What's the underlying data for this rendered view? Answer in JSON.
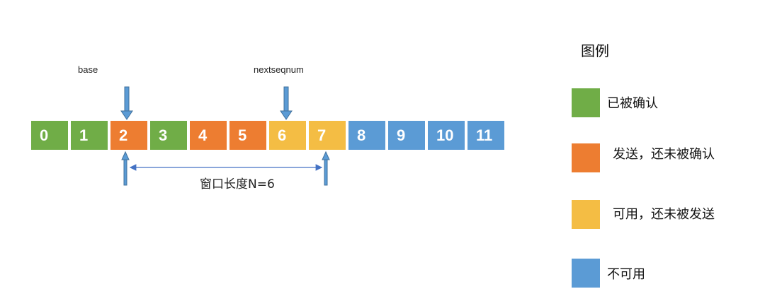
{
  "colors": {
    "acknowledged": "#70ad47",
    "sent_unacked": "#ed7d31",
    "usable_unsent": "#f4bd44",
    "unusable": "#5b9bd5",
    "arrow": "#4472c4"
  },
  "pointers": {
    "base": "base",
    "nextseqnum": "nextseqnum"
  },
  "window_label": "窗口长度N=6",
  "sequence": [
    {
      "n": "0",
      "state": "acknowledged"
    },
    {
      "n": "1",
      "state": "acknowledged"
    },
    {
      "n": "2",
      "state": "sent_unacked"
    },
    {
      "n": "3",
      "state": "acknowledged"
    },
    {
      "n": "4",
      "state": "sent_unacked"
    },
    {
      "n": "5",
      "state": "sent_unacked"
    },
    {
      "n": "6",
      "state": "usable_unsent"
    },
    {
      "n": "7",
      "state": "usable_unsent"
    },
    {
      "n": "8",
      "state": "unusable"
    },
    {
      "n": "9",
      "state": "unusable"
    },
    {
      "n": "10",
      "state": "unusable"
    },
    {
      "n": "11",
      "state": "unusable"
    }
  ],
  "legend": {
    "title": "图例",
    "items": [
      {
        "state": "acknowledged",
        "label": "已被确认"
      },
      {
        "state": "sent_unacked",
        "label": "发送，还未被确认"
      },
      {
        "state": "usable_unsent",
        "label": "可用，还未被发送"
      },
      {
        "state": "unusable",
        "label": "不可用"
      }
    ]
  }
}
